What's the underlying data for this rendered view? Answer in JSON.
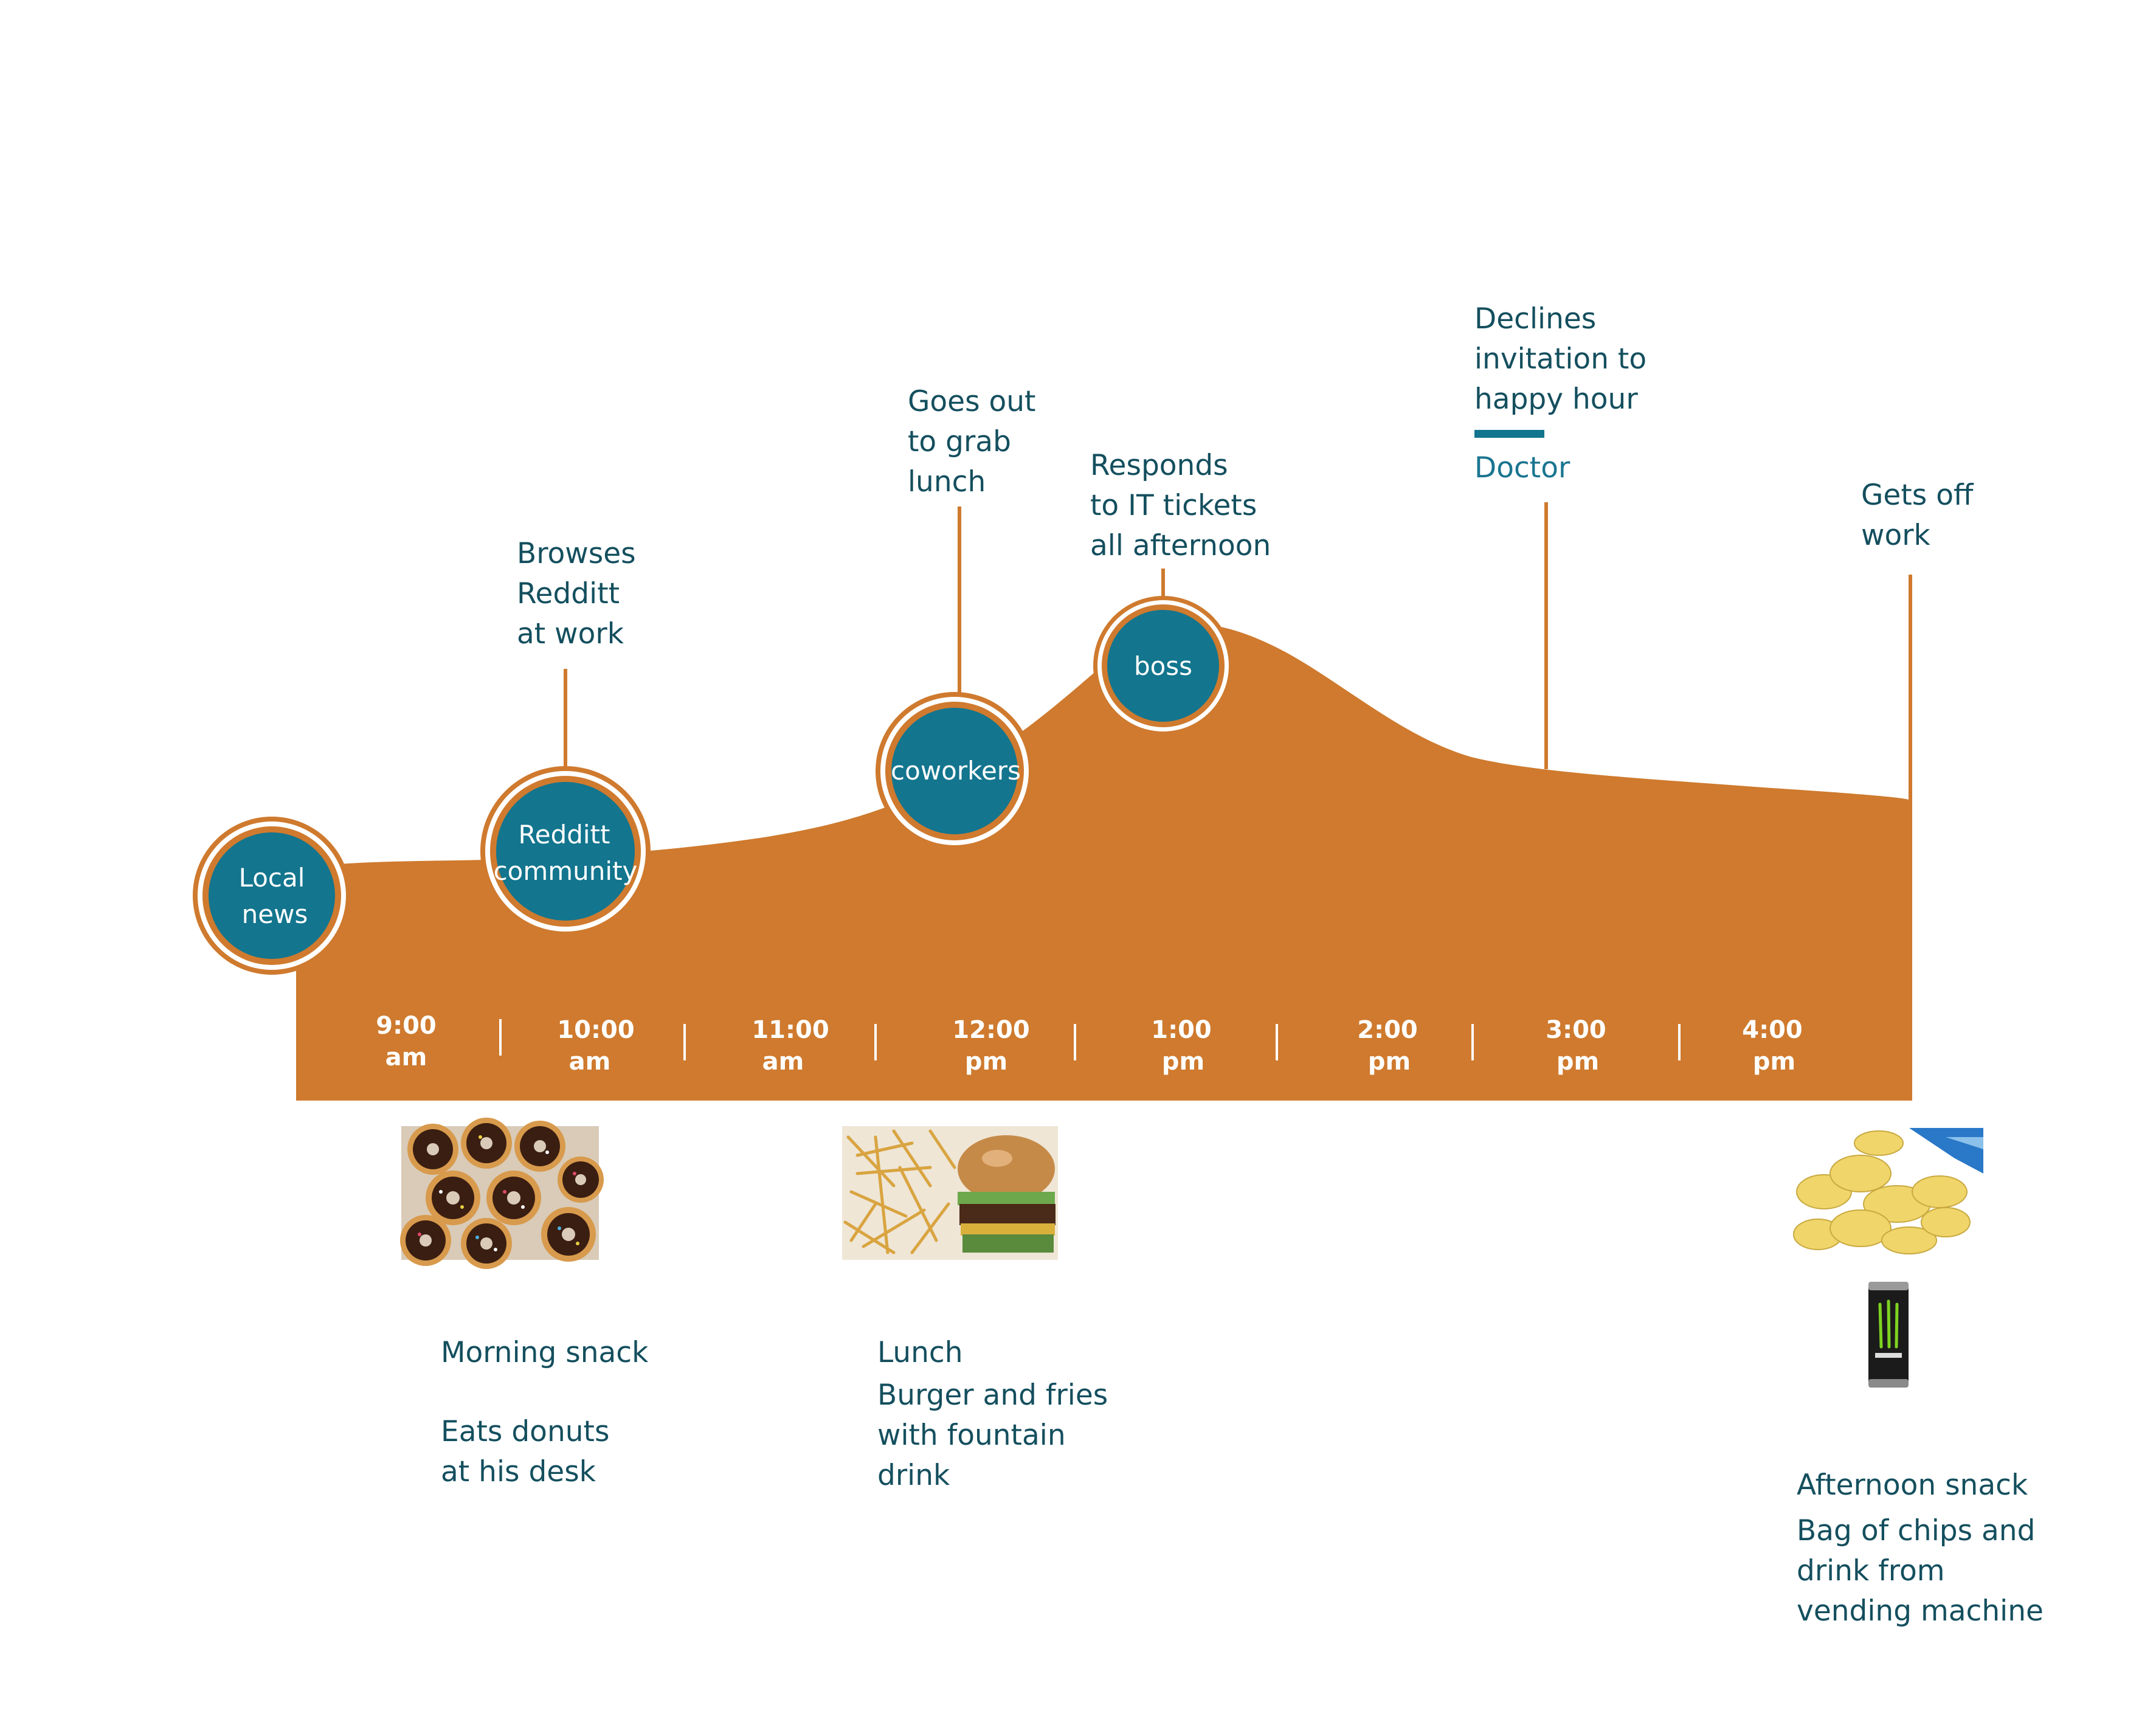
{
  "colors": {
    "area": "#cf7a2e",
    "circle": "#13758e",
    "text": "#144f5e",
    "doctor": "#1a7590",
    "white": "#ffffff"
  },
  "circles": {
    "local_news": [
      "Local",
      "news"
    ],
    "reddit": [
      "Redditt",
      "community"
    ],
    "coworkers": [
      "coworkers"
    ],
    "boss": [
      "boss"
    ]
  },
  "events": {
    "browses": [
      "Browses",
      "Redditt",
      "at work"
    ],
    "lunch_out": [
      "Goes out",
      "to grab",
      "lunch"
    ],
    "it_tickets": [
      "Responds",
      "to IT tickets",
      "all afternoon"
    ],
    "declines": [
      "Declines",
      "invitation to",
      "happy hour"
    ],
    "doctor": "Doctor",
    "gets_off": [
      "Gets off",
      "work"
    ]
  },
  "times": [
    [
      "9:00",
      "am"
    ],
    [
      "10:00",
      "am"
    ],
    [
      "11:00",
      "am"
    ],
    [
      "12:00",
      "pm"
    ],
    [
      "1:00",
      "pm"
    ],
    [
      "2:00",
      "pm"
    ],
    [
      "3:00",
      "pm"
    ],
    [
      "4:00",
      "pm"
    ]
  ],
  "food": {
    "morning": [
      "Morning snack",
      "Eats donuts",
      "at his desk"
    ],
    "lunch": [
      "Lunch",
      "Burger and fries",
      "with fountain",
      "drink"
    ],
    "afternoon": [
      "Afternoon snack",
      "Bag of chips and",
      "drink from",
      "vending machine"
    ]
  },
  "icons": {
    "donuts": "donuts-photo",
    "burger": "burger-photo",
    "chips": "chips-photo",
    "can": "energy-drink-photo"
  }
}
